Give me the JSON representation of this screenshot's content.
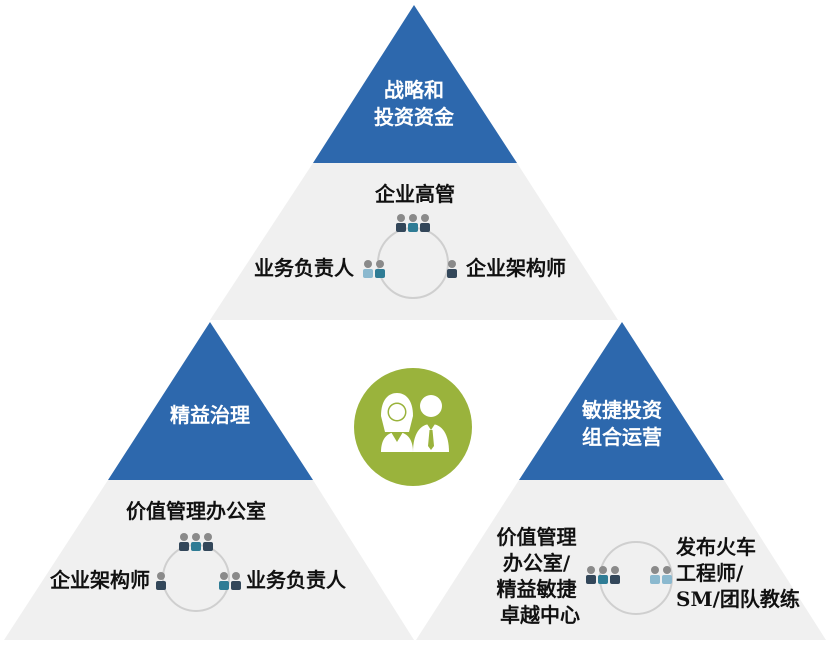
{
  "colors": {
    "apex_blue": "#2d68ad",
    "base_gray": "#f0f0f0",
    "ring_gray": "#cfcfcf",
    "people_dark": "#33475a",
    "people_teal": "#2f7c95",
    "people_light": "#8bb9cf",
    "center_green": "#9ab33c"
  },
  "top": {
    "title_line1": "战略和",
    "title_line2": "投资资金",
    "role_top": "企业高管",
    "role_left": "业务负责人",
    "role_right": "企业架构师"
  },
  "left": {
    "title": "精益治理",
    "role_top": "价值管理办公室",
    "role_left": "企业架构师",
    "role_right": "业务负责人"
  },
  "right": {
    "title_line1": "敏捷投资",
    "title_line2": "组合运营",
    "role_left_lines": [
      "价值管理",
      "办公室/",
      "精益敏捷",
      "卓越中心"
    ],
    "role_right_lines": [
      "发布火车",
      "工程师/",
      "SM/团队教练"
    ]
  },
  "center": {
    "icon": "people-icon"
  }
}
